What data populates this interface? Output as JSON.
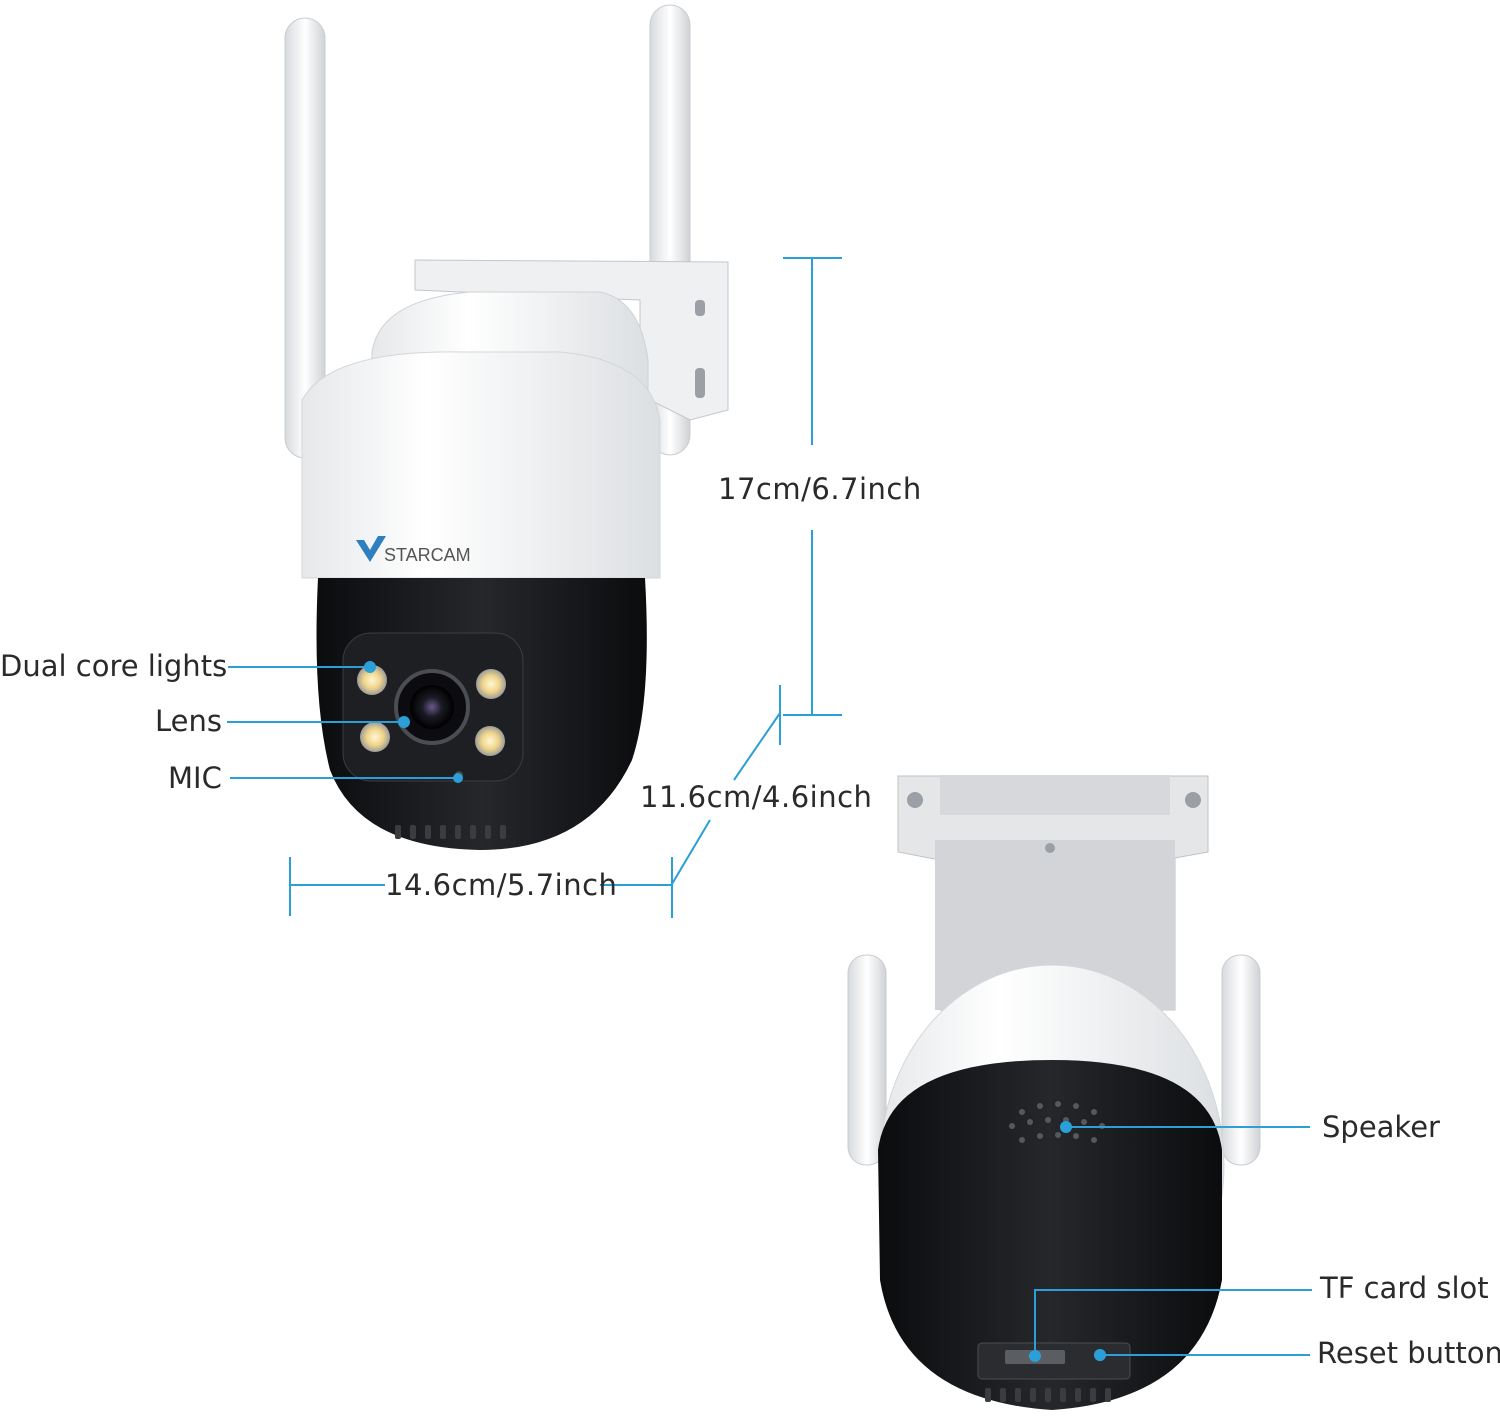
{
  "brand": {
    "logo_text": "STARCAM"
  },
  "callouts": {
    "dual_core_lights": "Dual core lights",
    "lens": "Lens",
    "mic": "MIC",
    "speaker": "Speaker",
    "tf_card_slot": "TF card slot",
    "reset_button": "Reset button"
  },
  "dimensions": {
    "height": "17cm/6.7inch",
    "depth": "11.6cm/4.6inch",
    "width": "14.6cm/5.7inch"
  },
  "colors": {
    "callout_line": "#2a9fd8",
    "body_white": "#f4f5f6",
    "body_black": "#141518",
    "bracket_gray": "#d9dbdd"
  }
}
